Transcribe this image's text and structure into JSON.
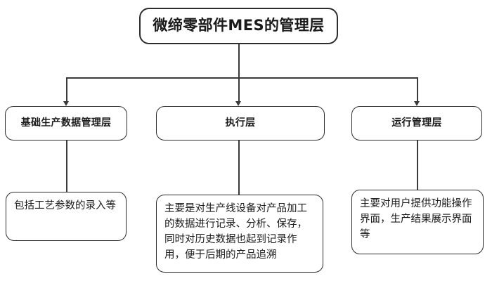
{
  "diagram": {
    "type": "org-tree",
    "background_color": "#ffffff",
    "border_color": "#2d2d2d",
    "connector_color": "#3a3a3a",
    "text_color": "#1a1a1a",
    "root": {
      "label": "微缔零部件MES的管理层"
    },
    "layers": [
      {
        "id": "basic-data",
        "label": "基础生产数据管理层",
        "description": "包括工艺参数的录入等"
      },
      {
        "id": "execution",
        "label": "执行层",
        "description": "主要是对生产线设备对产品加工的数据进行记录、分析、保存，同时对历史数据也起到记录作用，便于后期的产品追溯"
      },
      {
        "id": "operation-management",
        "label": "运行管理层",
        "description": "主要对用户提供功能操作界面，生产结果展示界面等"
      }
    ]
  }
}
